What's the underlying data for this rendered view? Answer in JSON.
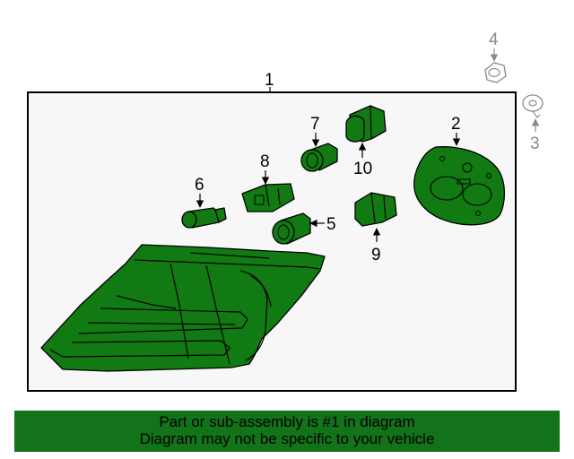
{
  "callouts": {
    "c1": "1",
    "c2": "2",
    "c3": "3",
    "c4": "4",
    "c5": "5",
    "c6": "6",
    "c7": "7",
    "c8": "8",
    "c9": "9",
    "c10": "10"
  },
  "banner": {
    "line1": "Part or sub-assembly is #1 in diagram",
    "line2": "Diagram may not be specific to your vehicle"
  },
  "colors": {
    "part_fill": "#127a12",
    "banner_bg": "#13731a",
    "panel_bg": "#f7f7f7",
    "grey_callout": "#8a8a8a"
  }
}
